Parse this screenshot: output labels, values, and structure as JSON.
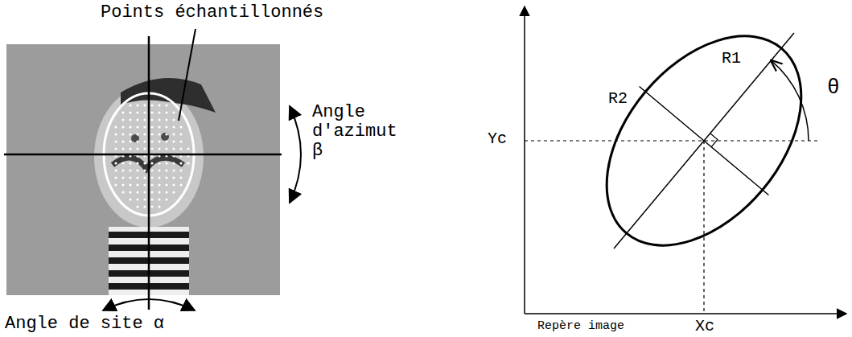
{
  "diagram": {
    "labels": [
      "Points échantillonnés",
      "Angle d'azimut β",
      "Angle de site α",
      "R1",
      "R2",
      "θ",
      "Yc",
      "Xc",
      "Repère image"
    ]
  }
}
